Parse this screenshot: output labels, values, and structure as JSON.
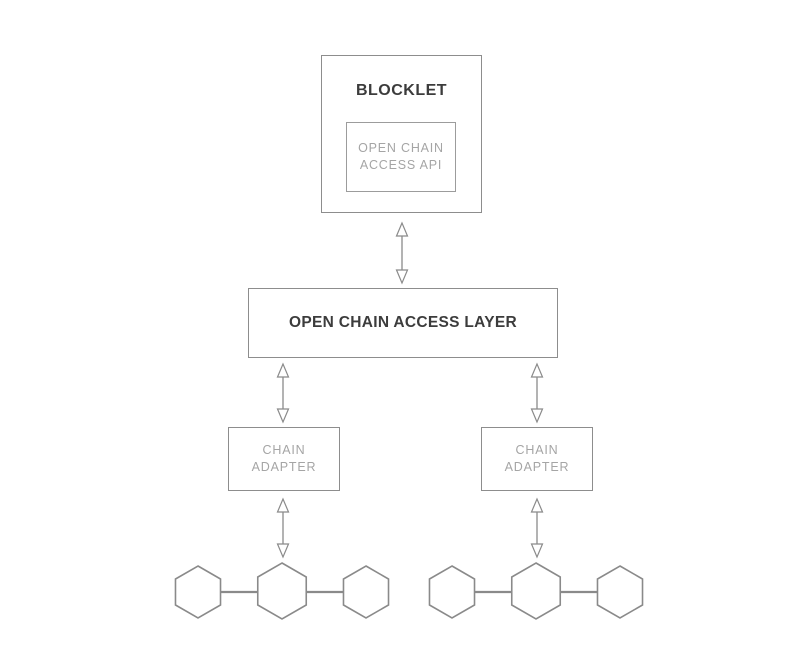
{
  "diagram": {
    "blocklet": {
      "title": "BLOCKLET",
      "api_box": {
        "line1": "OPEN CHAIN",
        "line2": "ACCESS API"
      }
    },
    "access_layer": {
      "label": "OPEN CHAIN ACCESS LAYER"
    },
    "adapter_left": {
      "line1": "CHAIN",
      "line2": "ADAPTER"
    },
    "adapter_right": {
      "line1": "CHAIN",
      "line2": "ADAPTER"
    },
    "colors": {
      "background": "#ffffff",
      "box_border": "#8d8d8d",
      "inner_box_border": "#9c9c9c",
      "title_text": "#3c3c3c",
      "muted_text": "#a5a5a5",
      "line_stroke": "#8a8a8a"
    }
  }
}
